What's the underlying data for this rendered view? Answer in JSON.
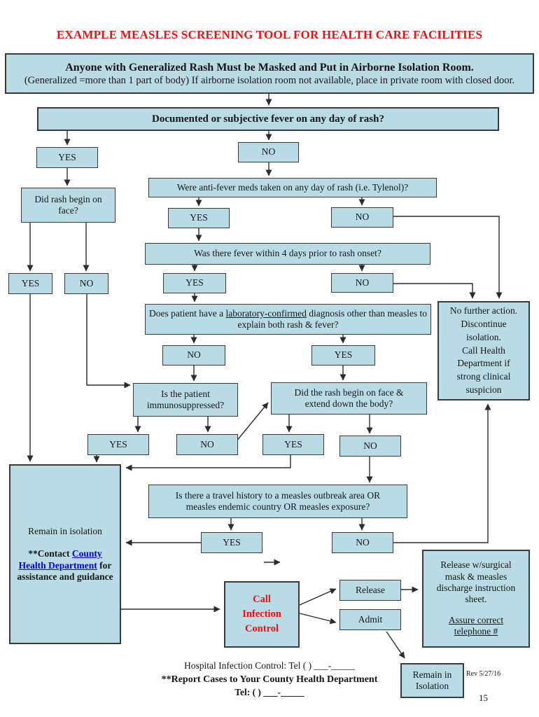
{
  "title": "EXAMPLE MEASLES SCREENING TOOL FOR HEALTH CARE FACILITIES",
  "colors": {
    "box_fill": "#b8dbe5",
    "box_border": "#3a3a3a",
    "ink": "#161616",
    "title_red": "#ee1111",
    "call_red": "#ee1111",
    "link_blue": "#0000ee"
  },
  "nodes": {
    "mask_header_line1": "Anyone with Generalized Rash Must be Masked and Put in Airborne Isolation Room.",
    "mask_header_line2": "(Generalized =more than 1 part of body) If airborne isolation room not available, place in private room with closed door.",
    "fever_question": "Documented or subjective fever on any day of rash?",
    "fever_yes": "YES",
    "fever_no": "NO",
    "rash_face_question": "Did rash begin on\nface?",
    "rash_face_yes": "YES",
    "rash_face_no": "NO",
    "meds_question": "Were anti-fever meds taken on any day of rash (i.e. Tylenol)?",
    "meds_yes": "YES",
    "meds_no": "NO",
    "fever4_question": "Was there fever within 4 days prior to rash onset?",
    "fever4_yes": "YES",
    "fever4_no": "NO",
    "lab_question_part1": "Does patient have a ",
    "lab_question_underlined": "laboratory-confirmed",
    "lab_question_part2": " diagnosis other than measles to explain both rash & fever?",
    "lab_no": "NO",
    "lab_yes": "YES",
    "immuno_question": "Is the patient\nimmunosuppressed?",
    "immuno_yes": "YES",
    "immuno_no": "NO",
    "extend_question": "Did the rash begin on face &\nextend down the body?",
    "extend_yes": "YES",
    "extend_no": "NO",
    "no_further_action": "No further action.\nDiscontinue\nisolation.\nCall Health\nDepartment if\nstrong clinical\nsuspicion",
    "travel_question": "Is there a travel history to a measles outbreak area OR\nmeasles endemic country OR measles exposure?",
    "travel_yes": "YES",
    "travel_no": "NO",
    "isolation_line1": "Remain in isolation",
    "isolation_contact_prefix": "**Contact ",
    "isolation_contact_link": "County Health Department",
    "isolation_contact_suffix": " for assistance and guidance",
    "call_infection_control": "Call\nInfection\nControl",
    "release": "Release",
    "admit": "Admit",
    "release_sheet_line1": "Release w/surgical\nmask & measles\ndischarge instruction\nsheet.",
    "release_sheet_line2": "Assure correct\ntelephone #",
    "remain_isolation": "Remain in\nIsolation"
  },
  "footer": {
    "line1": "Hospital Infection Control: Tel (   ) ___-_____",
    "line2": "**Report Cases to Your County Health Department",
    "line3": "Tel: (   ) ___-_____",
    "revision": "Rev 5/27/16",
    "page_number": "15"
  }
}
